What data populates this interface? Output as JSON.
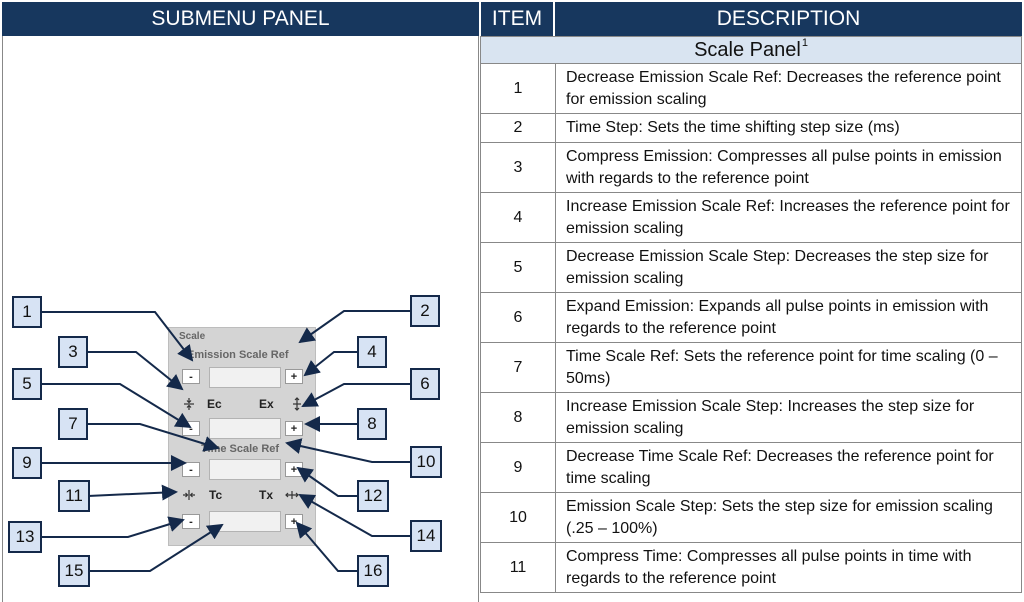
{
  "headers": {
    "submenu": "SUBMENU PANEL",
    "item": "ITEM",
    "description": "DESCRIPTION"
  },
  "section": {
    "title": "Scale Panel",
    "footnote": "1"
  },
  "rows": [
    {
      "item": "1",
      "description": "Decrease Emission Scale Ref: Decreases the reference point for emission scaling"
    },
    {
      "item": "2",
      "description": "Time Step: Sets the time shifting step size (ms)"
    },
    {
      "item": "3",
      "description": "Compress Emission: Compresses all pulse points in emission with regards to the reference point"
    },
    {
      "item": "4",
      "description": "Increase Emission Scale Ref: Increases the reference point for emission scaling"
    },
    {
      "item": "5",
      "description": "Decrease Emission Scale Step: Decreases the step size for emission scaling"
    },
    {
      "item": "6",
      "description": "Expand Emission: Expands all pulse points in emission with regards to the reference point"
    },
    {
      "item": "7",
      "description": "Time Scale Ref: Sets the reference point for time scaling (0 – 50ms)"
    },
    {
      "item": "8",
      "description": "Increase Emission Scale Step: Increases the step size for emission scaling"
    },
    {
      "item": "9",
      "description": "Decrease Time Scale Ref: Decreases the reference point for time scaling"
    },
    {
      "item": "10",
      "description": "Emission Scale Step: Sets the step size for emission scaling (.25 – 100%)"
    },
    {
      "item": "11",
      "description": "Compress Time: Compresses all pulse points in time with regards to the reference point"
    }
  ],
  "panel": {
    "group_label": "Scale",
    "emission_label": "Emission Scale Ref",
    "time_label": "Time Scale Ref",
    "minus": "-",
    "plus": "+",
    "ec": "Ec",
    "ex": "Ex",
    "tc": "Tc",
    "tx": "Tx",
    "icons": [
      "compress-vertical-icon",
      "expand-vertical-icon",
      "compress-horizontal-icon",
      "expand-horizontal-icon"
    ]
  },
  "callouts": [
    "1",
    "2",
    "3",
    "4",
    "5",
    "6",
    "7",
    "8",
    "9",
    "10",
    "11",
    "12",
    "13",
    "14",
    "15",
    "16"
  ],
  "colors": {
    "header_bg": "#17375e",
    "section_bg": "#d9e4f1",
    "callout_bg": "#d7e3f4",
    "callout_border": "#14294a"
  }
}
